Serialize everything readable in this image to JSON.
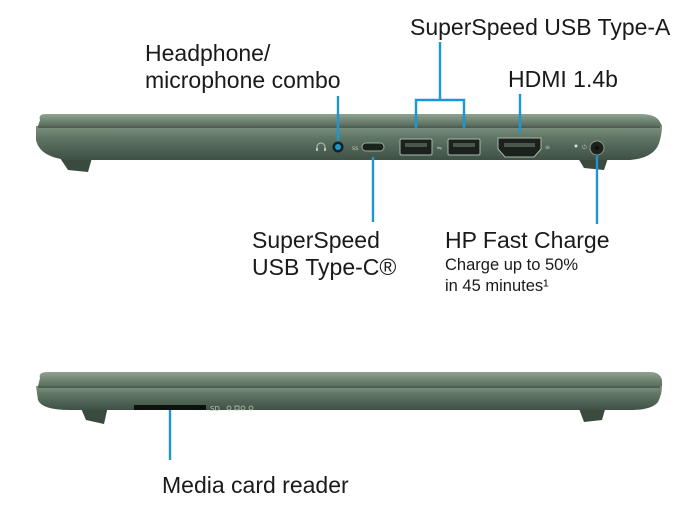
{
  "labels": {
    "headphone_line1": "Headphone/",
    "headphone_line2": "microphone combo",
    "usb_a": "SuperSpeed USB Type-A",
    "hdmi": "HDMI 1.4b",
    "usb_c_line1": "SuperSpeed",
    "usb_c_line2": "USB Type-C®",
    "fast_charge_title": "HP Fast Charge",
    "fast_charge_line1": "Charge up to 50%",
    "fast_charge_line2": "in 45 minutes¹",
    "card_reader": "Media card reader",
    "sd_mark": "SD"
  },
  "colors": {
    "chassis": "#566c5b",
    "chassis_dark": "#3a4a3f",
    "chassis_light": "#7d917f",
    "callout": "#1a97d4",
    "port_fill": "#1b211d"
  },
  "icons": {
    "headphone": "headphone-icon",
    "usb_a": "usb-icon",
    "hdmi": "hdmi-icon",
    "power": "power-icon"
  }
}
